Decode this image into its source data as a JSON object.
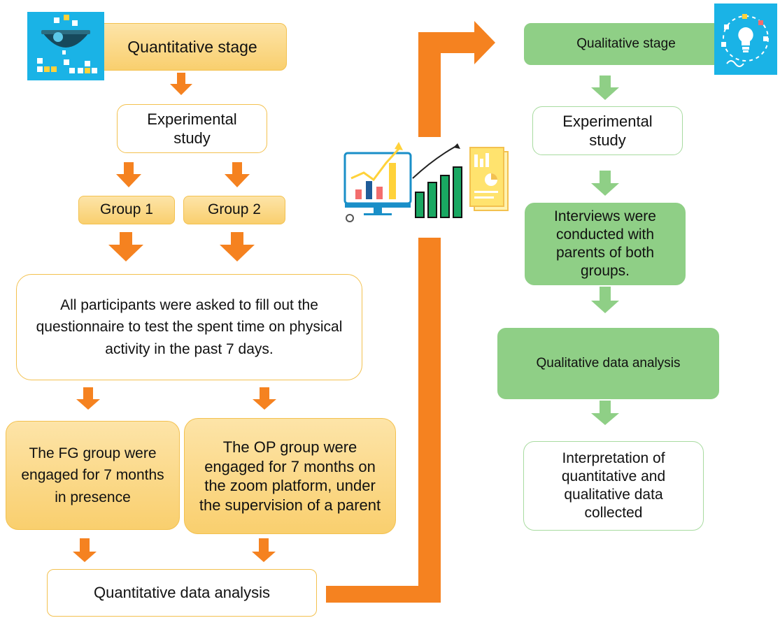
{
  "quantitative": {
    "stage": "Quantitative stage",
    "experimental": "Experimental study",
    "group1": "Group 1",
    "group2": "Group 2",
    "participants": "All participants were asked to fill out the questionnaire to test the spent time on physical activity in the past 7 days.",
    "fg": "The FG group were engaged for 7 months in presence",
    "op": "The OP group were engaged for 7 months on the zoom platform, under the supervision of a parent",
    "analysis": "Quantitative data analysis"
  },
  "qualitative": {
    "stage": "Qualitative stage",
    "experimental": "Experimental study",
    "interviews": "Interviews were conducted with parents of both groups.",
    "analysis": "Qualitative data analysis",
    "interpretation": "Interpretation of quantitative and qualitative data collected"
  },
  "colors": {
    "orange_arrow": "#f58220",
    "green_arrow": "#8fcf86",
    "orange_fill": "#f9cf6e",
    "green_fill": "#8fcf86",
    "icon_bg": "#1ab3e6"
  },
  "icons": [
    "data-sorting-icon",
    "idea-lightbulb-icon",
    "analytics-charts-icon"
  ]
}
